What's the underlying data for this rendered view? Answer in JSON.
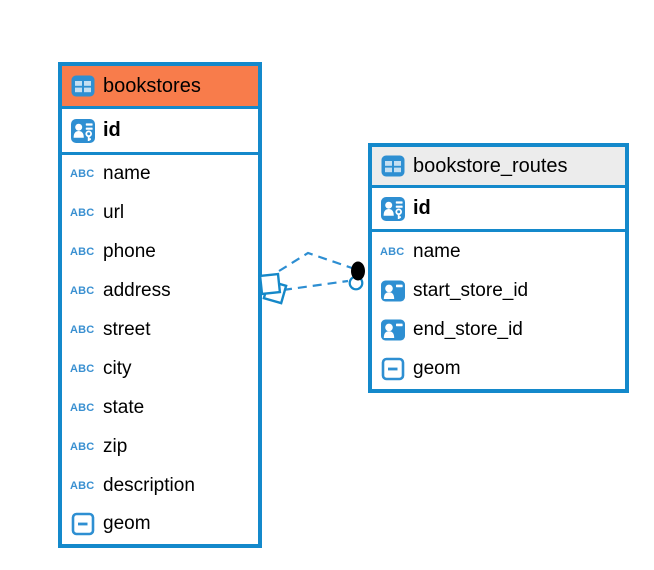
{
  "icons": {
    "text_type_label": "ABC"
  },
  "colors": {
    "table_border": "#1489CB",
    "selected_header_orange": "#F87C4B",
    "header_gray": "#ECECEC",
    "icon_blue": "#2E8FD2",
    "relationship_line_blue": "#2D8ED2",
    "text": "#000000"
  },
  "tables": [
    {
      "name": "bookstores",
      "header_style": "selected-orange",
      "columns": [
        {
          "name": "id",
          "type": "primary-key"
        },
        {
          "name": "name",
          "type": "text"
        },
        {
          "name": "url",
          "type": "text"
        },
        {
          "name": "phone",
          "type": "text"
        },
        {
          "name": "address",
          "type": "text"
        },
        {
          "name": "street",
          "type": "text"
        },
        {
          "name": "city",
          "type": "text"
        },
        {
          "name": "state",
          "type": "text"
        },
        {
          "name": "zip",
          "type": "text"
        },
        {
          "name": "description",
          "type": "text"
        },
        {
          "name": "geom",
          "type": "geometry"
        }
      ]
    },
    {
      "name": "bookstore_routes",
      "header_style": "gray",
      "columns": [
        {
          "name": "id",
          "type": "primary-key"
        },
        {
          "name": "name",
          "type": "text"
        },
        {
          "name": "start_store_id",
          "type": "foreign-key"
        },
        {
          "name": "end_store_id",
          "type": "foreign-key"
        },
        {
          "name": "geom",
          "type": "geometry"
        }
      ]
    }
  ],
  "relationship": {
    "from_table": "bookstores",
    "to_table": "bookstore_routes",
    "line_style": "dashed",
    "line_count": 2
  }
}
